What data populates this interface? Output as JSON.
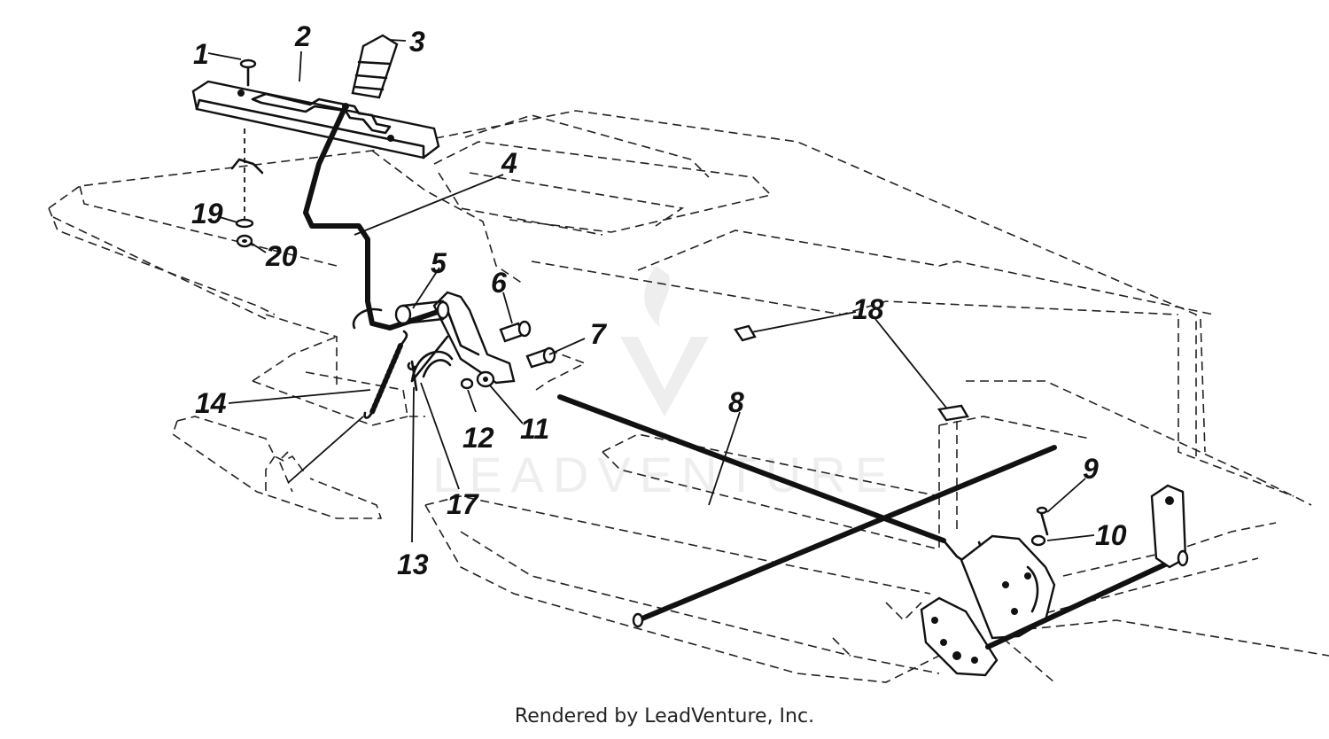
{
  "callouts": [
    "1",
    "2",
    "3",
    "4",
    "5",
    "6",
    "7",
    "8",
    "9",
    "10",
    "11",
    "12",
    "13",
    "14",
    "17",
    "18",
    "19",
    "20"
  ],
  "watermark": "LEADVENTURE",
  "footer": "Rendered by LeadVenture, Inc.",
  "colors": {
    "ink": "#111111",
    "background": "#ffffff",
    "watermark": "#d9d9d9"
  }
}
